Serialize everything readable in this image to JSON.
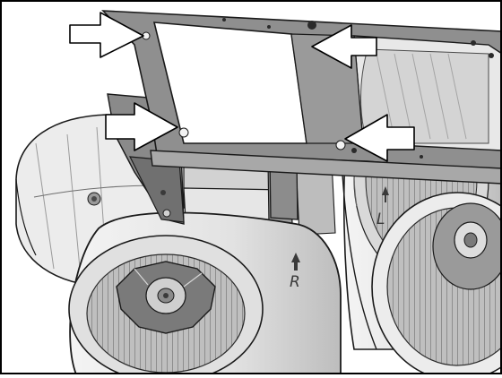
{
  "diagram": {
    "callouts": {
      "count": 4,
      "fill_color": "#ffffff",
      "stroke_color": "#000000"
    },
    "labels": {
      "blower_right": "R",
      "blower_left": "L"
    },
    "colors": {
      "frame": "#8c8c8c",
      "frame_dark": "#5e5e5e",
      "housing": "#e4e4e4",
      "housing_shade": "#c6c6c6",
      "wheel_hub": "#7a7a7a",
      "outline": "#1a1a1a",
      "border": "#000000"
    }
  }
}
